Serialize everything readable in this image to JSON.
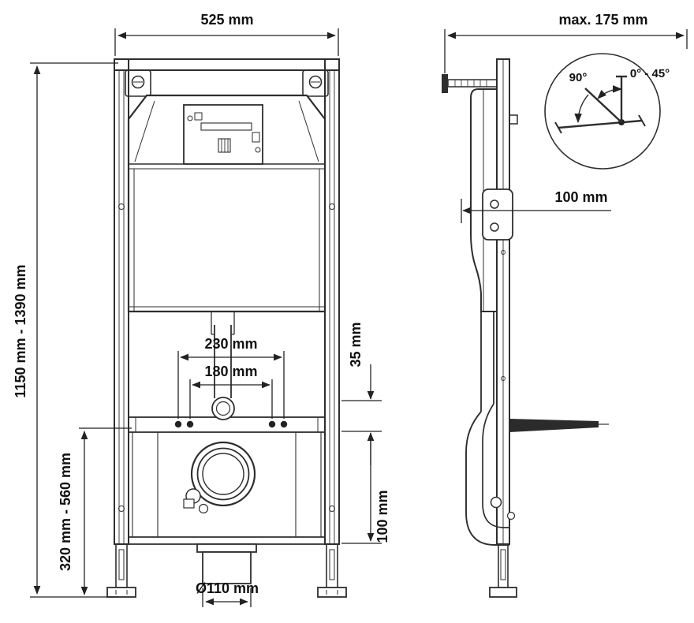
{
  "diagram": {
    "background": "#ffffff",
    "line_color": "#2e2e2e",
    "front_view": {
      "dim_width": "525 mm",
      "dim_height": "1150 mm - 1390 mm",
      "dim_bolt_spacing_outer": "230 mm",
      "dim_bolt_spacing_inner": "180 mm",
      "dim_offset": "35 mm",
      "dim_lower": "100 mm",
      "dim_outlet_height": "320 mm - 560 mm",
      "dim_drain_diameter": "Ø110 mm"
    },
    "side_view": {
      "dim_depth": "max. 175 mm",
      "dim_plate": "100 mm",
      "detail_angle_sweep": "90°",
      "detail_angle_range": "0° - 45°"
    }
  }
}
